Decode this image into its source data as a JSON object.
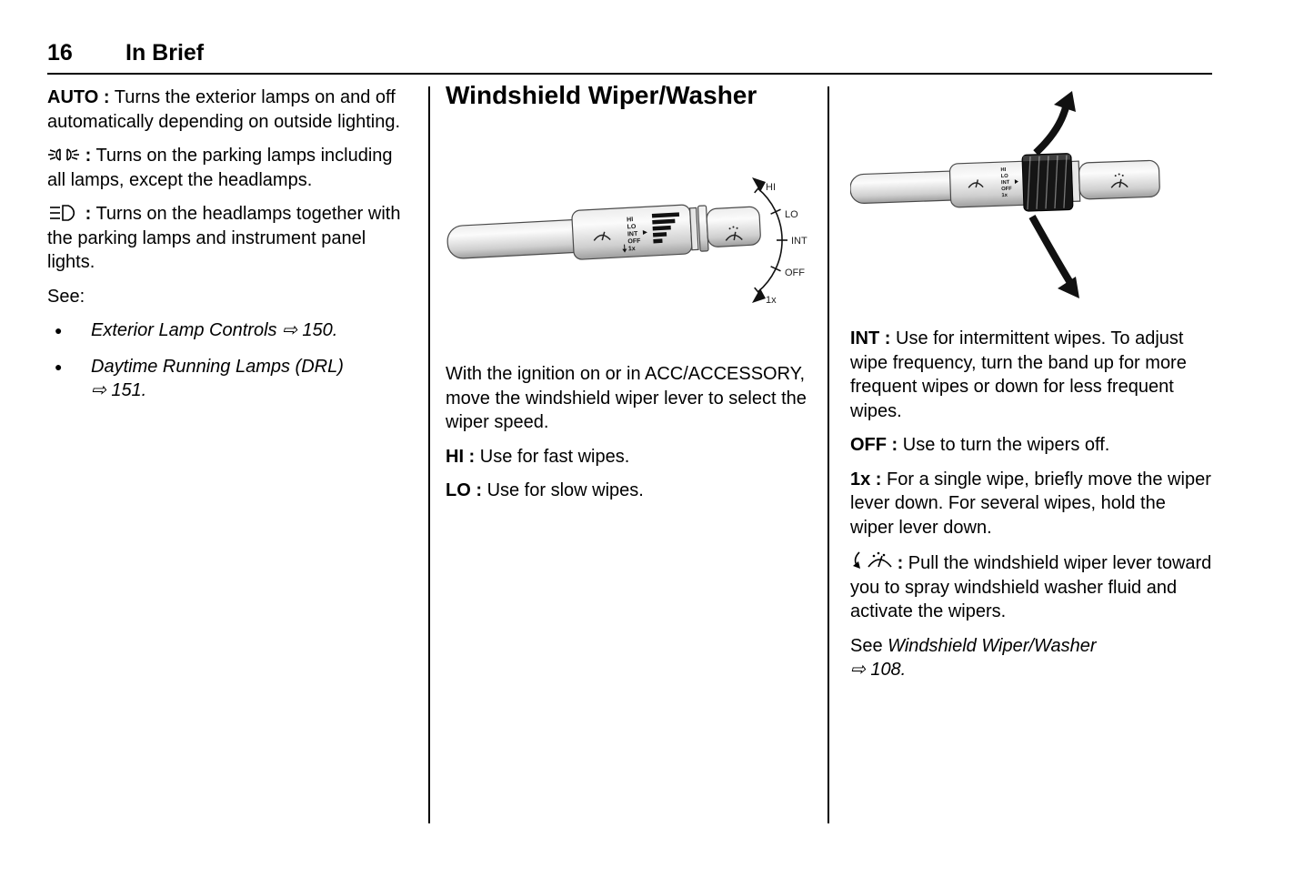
{
  "header": {
    "page_number": "16",
    "section_title": "In Brief"
  },
  "bullet_glyph": "●",
  "lever_positions": [
    "HI",
    "LO",
    "INT",
    "OFF",
    "1x"
  ],
  "left_column": {
    "auto": {
      "label": "AUTO :",
      "text": "Turns the exterior lamps on and off automatically depending on outside lighting."
    },
    "parking": {
      "colon": ":",
      "text": "Turns on the parking lamps including all lamps, except the headlamps."
    },
    "headlamps": {
      "colon": ":",
      "text": "Turns on the headlamps together with the parking lamps and instrument panel lights."
    },
    "see_label": "See:",
    "references": [
      {
        "text": "Exterior Lamp Controls",
        "ref": "⇨ 150."
      },
      {
        "text": "Daytime Running Lamps (DRL)",
        "ref": "⇨ 151."
      }
    ]
  },
  "middle_column": {
    "heading": "Windshield Wiper/Washer",
    "intro": "With the ignition on or in ACC/ACCESSORY, move the windshield wiper lever to select the wiper speed.",
    "hi": {
      "label": "HI :",
      "text": "Use for fast wipes."
    },
    "lo": {
      "label": "LO :",
      "text": "Use for slow wipes."
    }
  },
  "right_column": {
    "int": {
      "label": "INT :",
      "text": "Use for intermittent wipes. To adjust wipe frequency, turn the band up for more frequent wipes or down for less frequent wipes."
    },
    "off": {
      "label": "OFF :",
      "text": "Use to turn the wipers off."
    },
    "once": {
      "label": "1x :",
      "text": "For a single wipe, briefly move the wiper lever down. For several wipes, hold the wiper lever down."
    },
    "washer": {
      "colon": ":",
      "text": "Pull the windshield wiper lever toward you to spray windshield washer fluid and activate the wipers."
    },
    "see": {
      "prefix": "See",
      "link": "Windshield Wiper/Washer",
      "ref": "⇨ 108."
    }
  }
}
